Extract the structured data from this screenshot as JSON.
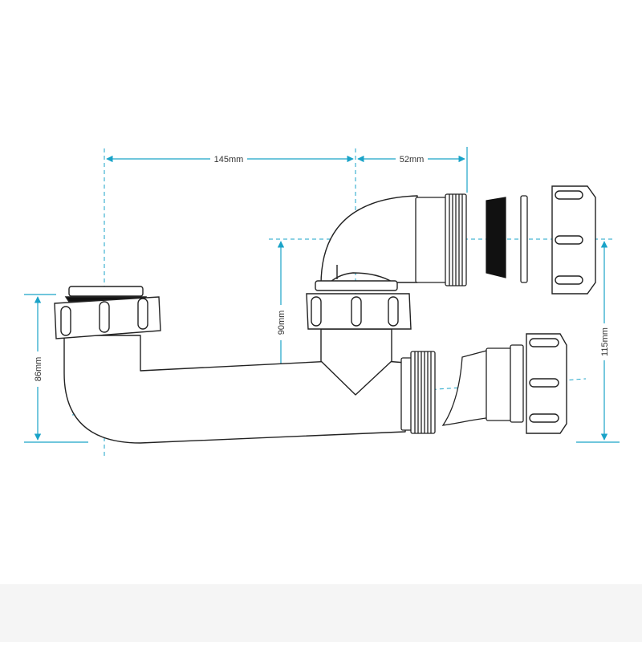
{
  "diagram": {
    "line_color": "#222222",
    "dimension_color": "#1aa3c8",
    "dimensions": [
      {
        "id": "width_left",
        "label": "145mm"
      },
      {
        "id": "width_right",
        "label": "52mm"
      },
      {
        "id": "height_inlet",
        "label": "86mm"
      },
      {
        "id": "height_trap",
        "label": "90mm"
      },
      {
        "id": "height_outlet",
        "label": "115mm"
      }
    ]
  }
}
